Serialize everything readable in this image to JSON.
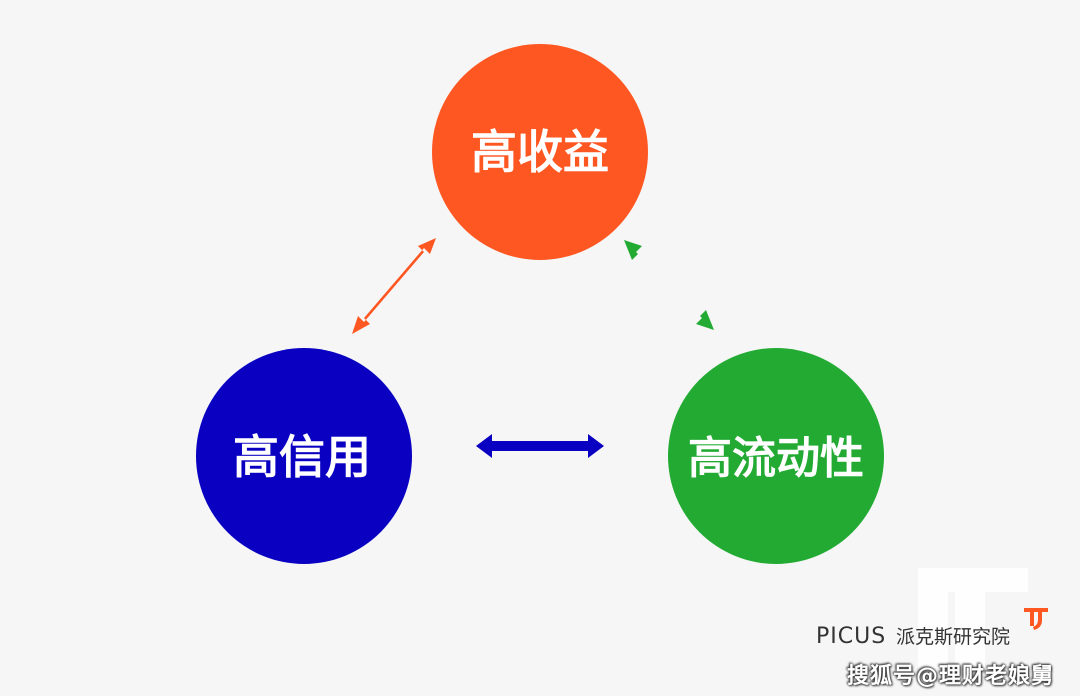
{
  "nodes": {
    "top": {
      "label": "高收益",
      "color": "#ff5722"
    },
    "left": {
      "label": "高信用",
      "color": "#0a00c2"
    },
    "right": {
      "label": "高流动性",
      "color": "#22aa33"
    }
  },
  "arrows": {
    "top_left_color": "#ff5722",
    "top_right_color": "#22aa33",
    "left_right_color": "#0a00c2"
  },
  "brand": {
    "name": "PICUS",
    "subtitle": "派克斯研究院",
    "color": "#333333",
    "accent": "#ff5722"
  },
  "watermark": {
    "text": "搜狐号@理财老娘舅"
  }
}
